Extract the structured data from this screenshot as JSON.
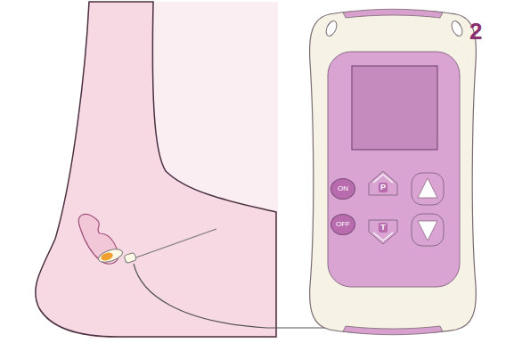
{
  "diagram": {
    "nodes": [
      {
        "text": [
          "ON"
        ]
      },
      {
        "text": [
          "P"
        ]
      },
      {
        "text": [
          "OFF"
        ]
      },
      {
        "text": [
          "T"
        ]
      }
    ],
    "labels": [
      "2"
    ]
  }
}
